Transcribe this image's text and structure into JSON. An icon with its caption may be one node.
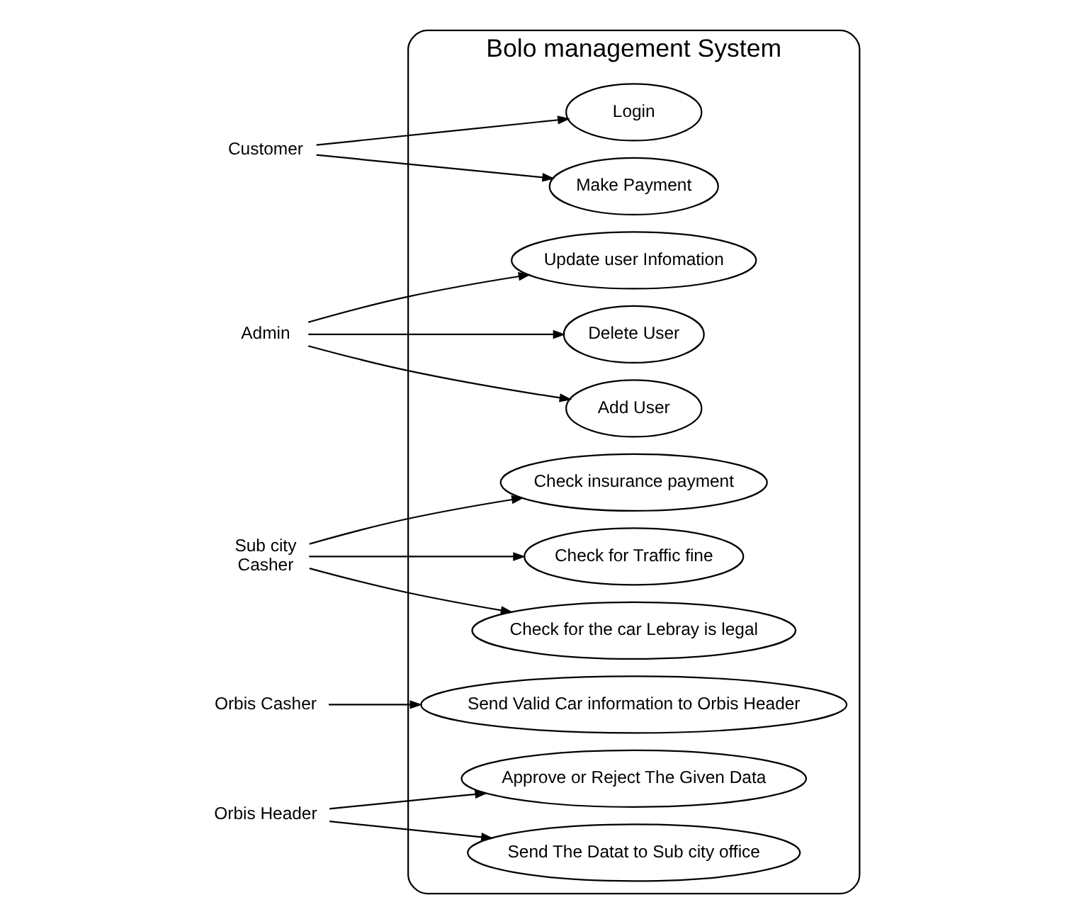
{
  "diagram": {
    "nodes": [
      {
        "text": [
          "Customer"
        ]
      },
      {
        "text": [
          "Bolo management System"
        ]
      },
      {
        "text": [
          "Login"
        ],
        "in": 1
      },
      {
        "text": [
          "Make Payment"
        ],
        "in": 1
      },
      {
        "text": [
          "Update user Infomation"
        ],
        "in": 1
      },
      {
        "text": [
          "Delete User"
        ],
        "in": 1
      },
      {
        "text": [
          "Add User"
        ],
        "in": 1
      },
      {
        "text": [
          "Check insurance payment"
        ],
        "in": 1
      },
      {
        "text": [
          "Check for Traffic fine"
        ],
        "in": 1
      },
      {
        "text": [
          "Check for the car Lebray is legal"
        ],
        "in": 1
      },
      {
        "text": [
          "Send Valid Car information to Orbis Header"
        ],
        "in": 1
      },
      {
        "text": [
          "Approve or Reject The Given Data"
        ],
        "in": 1
      },
      {
        "text": [
          "Send The Datat to Sub city office"
        ],
        "in": 1
      },
      {
        "text": [
          "Admin"
        ]
      },
      {
        "text": [
          "Sub city",
          "Casher"
        ]
      },
      {
        "text": [
          "Orbis Casher"
        ]
      },
      {
        "text": [
          "Orbis Header"
        ]
      }
    ],
    "edges": [
      {
        "from": 0,
        "to": 2,
        "arrow": "to"
      },
      {
        "from": 0,
        "to": 3,
        "arrow": "to"
      },
      {
        "from": 13,
        "to": 4,
        "arrow": "to"
      },
      {
        "from": 13,
        "to": 5,
        "arrow": "to"
      },
      {
        "from": 13,
        "to": 6,
        "arrow": "to"
      },
      {
        "from": 14,
        "to": 7,
        "arrow": "to"
      },
      {
        "from": 14,
        "to": 8,
        "arrow": "to"
      },
      {
        "from": 14,
        "to": 9,
        "arrow": "to"
      },
      {
        "from": 15,
        "to": 10,
        "arrow": "to"
      },
      {
        "from": 16,
        "to": 11,
        "arrow": "to"
      },
      {
        "from": 16,
        "to": 12,
        "arrow": "to"
      }
    ]
  }
}
